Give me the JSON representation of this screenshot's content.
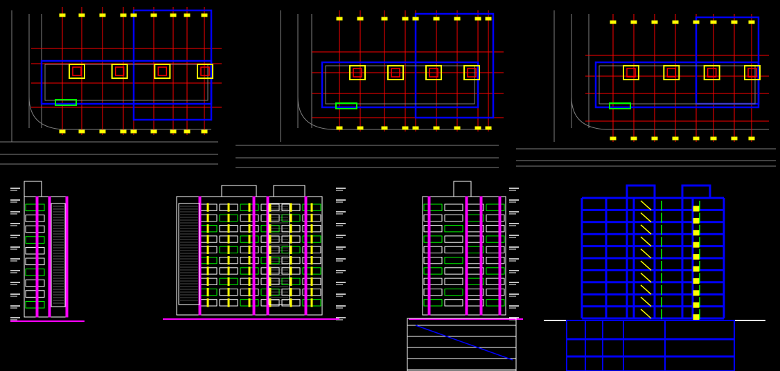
{
  "colors": {
    "background": "#000000",
    "wall": "#0000ff",
    "grid": "#ff0000",
    "window": "#ffff00",
    "glazing": "#00ff00",
    "column": "#ff00ff",
    "outline": "#ffffff",
    "site": "#808080"
  },
  "drawings": {
    "plans": [
      "ground-floor-plan",
      "typical-floor-plan",
      "upper-floor-plan"
    ],
    "elevations": [
      "side-elevation",
      "front-elevation",
      "rear-elevation",
      "building-section"
    ],
    "floors": 10
  }
}
